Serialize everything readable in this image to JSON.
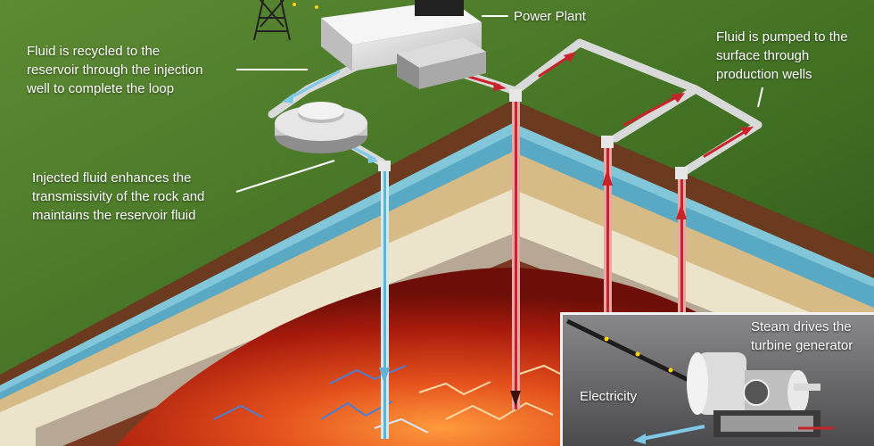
{
  "labels": {
    "power_plant": "Power Plant",
    "recycled": [
      "Fluid is recycled to the",
      "reservoir through the injection",
      "well to complete the loop"
    ],
    "pumped": [
      "Fluid is pumped to the",
      "surface through",
      "production wells"
    ],
    "injected": [
      "Injected fluid enhances the",
      "transmissivity of the rock and",
      "maintains the reservoir fluid"
    ],
    "steam": [
      "Steam drives the",
      "turbine generator"
    ],
    "electricity": "Electricity"
  },
  "colors": {
    "ground": "#4b7a2b",
    "ground_dark": "#2f561b",
    "soil_brown": "#6b3a1f",
    "water_layer": "#7fc3d6",
    "sand_layer": "#d8c08c",
    "pale_layer": "#ebe2c9",
    "hot_rock": "#c4260f",
    "hot_core": "#ff7a2a",
    "production_pipe": "#c8232b",
    "injection_pipe": "#9fd3e6",
    "inset_bg": "#6e6e70"
  }
}
